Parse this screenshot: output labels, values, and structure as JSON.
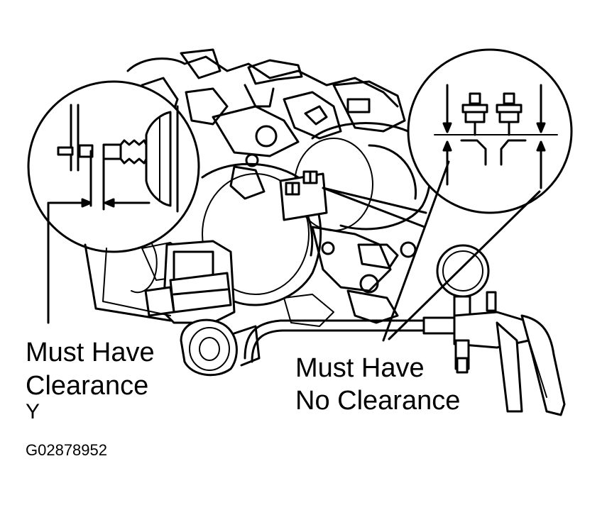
{
  "labels": {
    "must_have_clearance_line1": "Must Have",
    "must_have_clearance_line2": "Clearance",
    "marker": "Y",
    "must_have_no_clearance_line1": "Must Have",
    "must_have_no_clearance_line2": "No Clearance",
    "figure_code": "G02878952"
  },
  "colors": {
    "line": "#000000",
    "background": "#ffffff"
  }
}
